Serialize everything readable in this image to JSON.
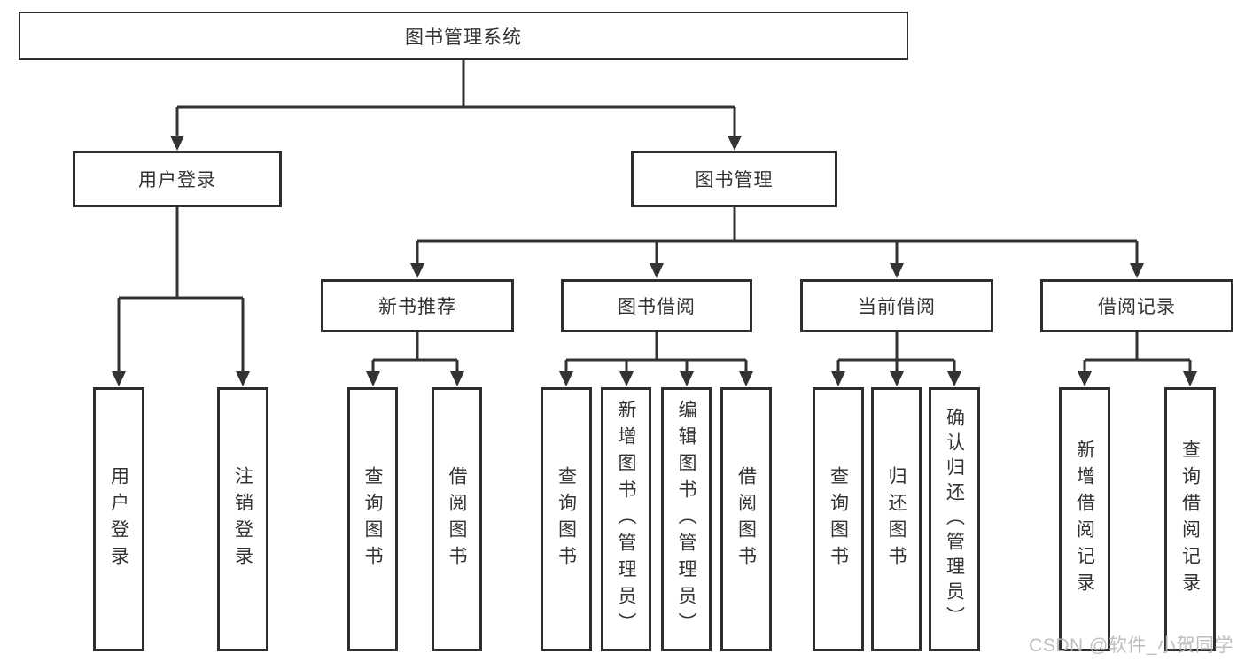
{
  "diagram": {
    "root": {
      "label": "图书管理系统"
    },
    "level2": {
      "user_login": {
        "label": "用户登录"
      },
      "book_mgmt": {
        "label": "图书管理"
      }
    },
    "categories": {
      "new_books": {
        "label": "新书推荐"
      },
      "book_borrow": {
        "label": "图书借阅"
      },
      "current_borrow": {
        "label": "当前借阅"
      },
      "borrow_records": {
        "label": "借阅记录"
      }
    },
    "leaves": {
      "user_login_leaf": {
        "label": "用户登录"
      },
      "logout_leaf": {
        "label": "注销登录"
      },
      "nb_query_books": {
        "label": "查询图书"
      },
      "nb_borrow_books": {
        "label": "借阅图书"
      },
      "bb_query_books": {
        "label": "查询图书"
      },
      "bb_add_books": {
        "label": "新增图书（管理员）"
      },
      "bb_edit_books": {
        "label": "编辑图书（管理员）"
      },
      "bb_borrow_books": {
        "label": "借阅图书"
      },
      "cb_query_books": {
        "label": "查询图书"
      },
      "cb_return_books": {
        "label": "归还图书"
      },
      "cb_confirm_return": {
        "label": "确认归还（管理员）"
      },
      "br_add_record": {
        "label": "新增借阅记录"
      },
      "br_query_record": {
        "label": "查询借阅记录"
      }
    }
  },
  "watermark": {
    "text": "CSDN @软件_小贺同学"
  },
  "colors": {
    "line": "#333333",
    "border": "#2e2e2e",
    "text": "#333333",
    "watermark": "#b9b9b9",
    "background": "#ffffff"
  }
}
